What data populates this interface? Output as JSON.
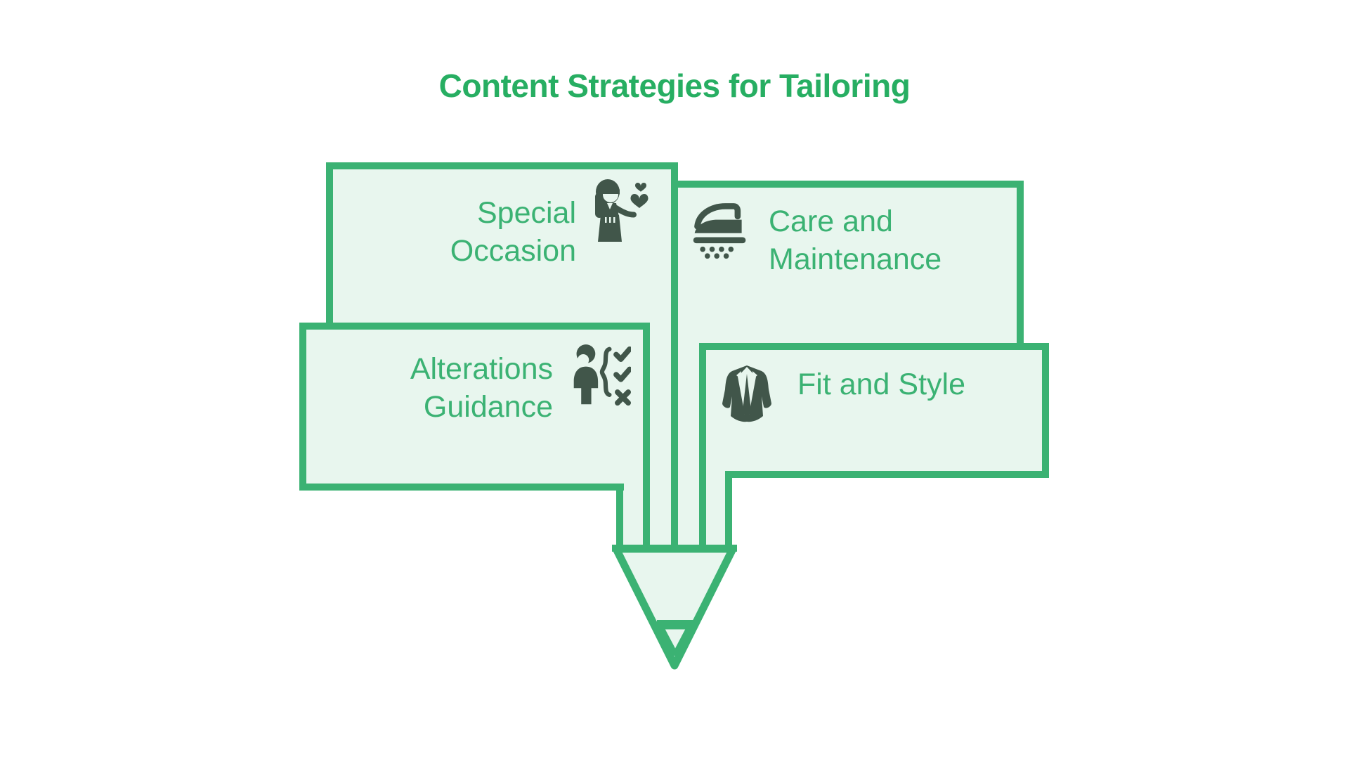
{
  "title": "Content Strategies for Tailoring",
  "panels": {
    "special_occasion": {
      "line1": "Special",
      "line2": "Occasion",
      "icon": "woman-hearts-icon"
    },
    "care_maintenance": {
      "line1": "Care and",
      "line2": "Maintenance",
      "icon": "iron-icon"
    },
    "alterations_guidance": {
      "line1": "Alterations",
      "line2": "Guidance",
      "icon": "person-checklist-icon"
    },
    "fit_style": {
      "line1": "Fit and Style",
      "icon": "suit-icon"
    }
  },
  "colors": {
    "accent_green": "#3bb273",
    "title_green": "#27ae62",
    "panel_fill": "#e8f6ee",
    "icon_dark": "#41564a",
    "background": "#ffffff"
  }
}
